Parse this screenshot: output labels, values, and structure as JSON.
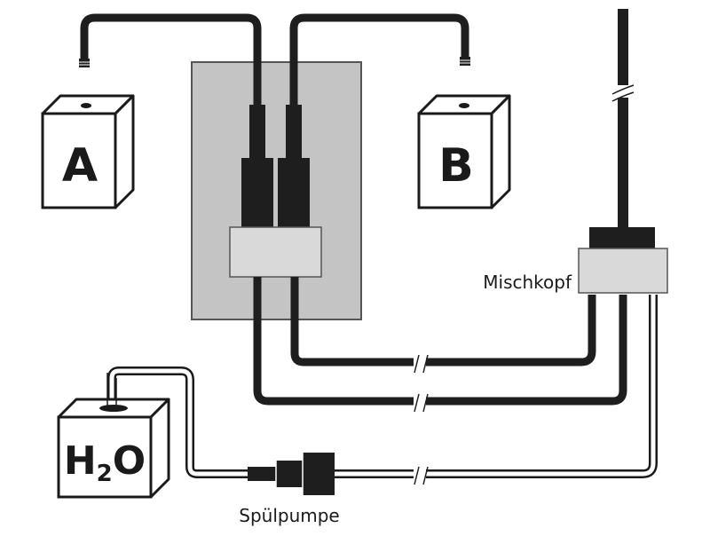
{
  "diagram": {
    "tank_a_label": "A",
    "tank_b_label": "B",
    "water_tank_label_main": "H",
    "water_tank_label_sub": "2",
    "water_tank_label_end": "O",
    "mixing_head_label": "Mischkopf",
    "flush_pump_label": "Spülpumpe"
  },
  "colors": {
    "outline": "#1a1a1a",
    "hose_dark": "#1e1e1e",
    "machine_fill": "#c4c4c4",
    "block_fill": "#d9d9d9",
    "background": "#ffffff"
  }
}
